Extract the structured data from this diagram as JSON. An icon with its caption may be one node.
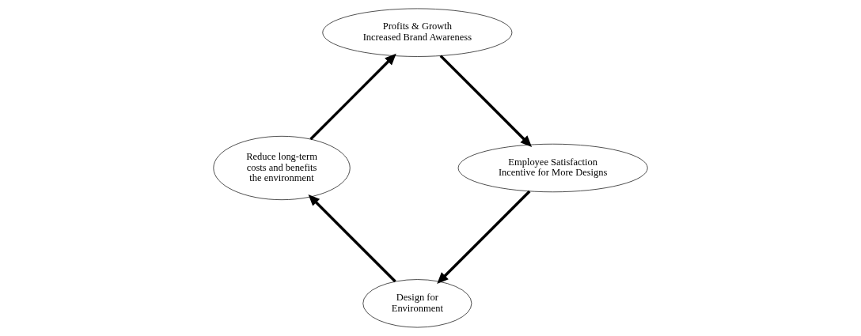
{
  "diagram": {
    "nodes": [
      {
        "text": [
          "Design for Environment"
        ]
      },
      {
        "text": [
          "Reduce long-term costs and benefits the environment"
        ]
      },
      {
        "text": [
          "Profits & Growth",
          "Increased Brand Awareness"
        ]
      },
      {
        "text": [
          "Employee Satisfaction",
          "Incentive for More Designs"
        ]
      }
    ],
    "edges": [
      {
        "from": 0,
        "to": 1,
        "arrow": "to"
      },
      {
        "from": 1,
        "to": 2,
        "arrow": "to"
      },
      {
        "from": 2,
        "to": 3,
        "arrow": "to"
      },
      {
        "from": 3,
        "to": 0,
        "arrow": "to"
      }
    ]
  }
}
